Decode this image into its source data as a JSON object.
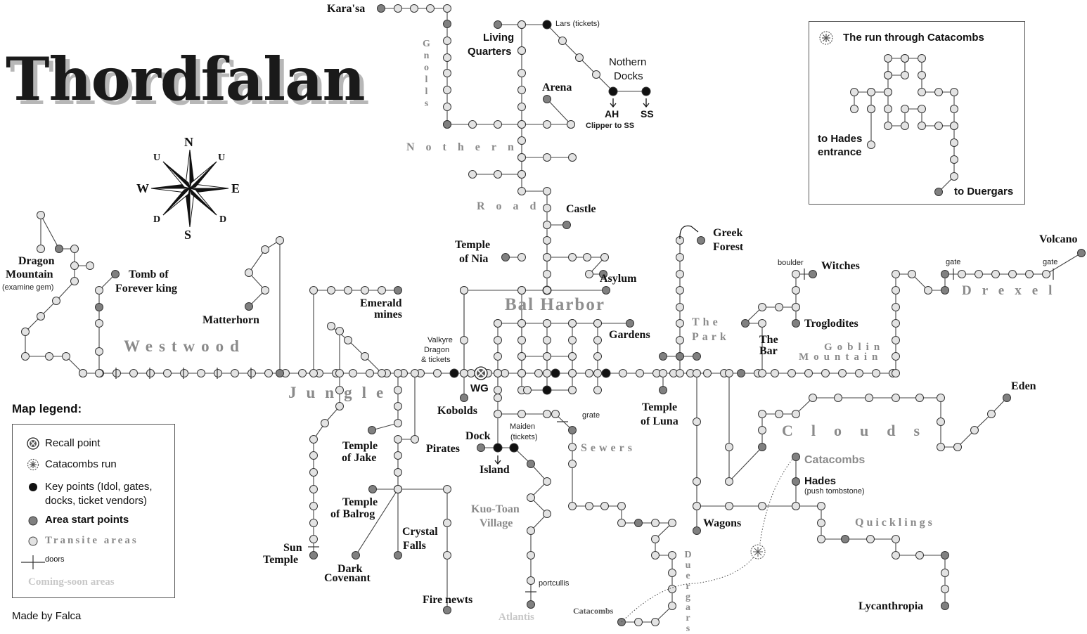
{
  "title": "Thordfalan",
  "credit": "Made by Falca",
  "legend": {
    "heading": "Map legend:",
    "items": [
      {
        "label": "Recall point",
        "icon": "recall-icon"
      },
      {
        "label": "Catacombs run",
        "icon": "catacombs-run-icon"
      },
      {
        "label": "Key points (Idol, gates, docks, ticket vendors)",
        "line1": "Key points (Idol, gates,",
        "line2": "docks, ticket vendors)",
        "icon": "key-point-icon"
      },
      {
        "label": "Area start points",
        "icon": "area-start-icon"
      },
      {
        "label": "Transite areas",
        "icon": "transit-icon"
      },
      {
        "label": "doors",
        "icon": "door-icon"
      },
      {
        "label": "Coming-soon areas"
      }
    ]
  },
  "compass": {
    "n": "N",
    "s": "S",
    "e": "E",
    "w": "W",
    "nw": "U",
    "ne": "U",
    "sw": "D",
    "se": "D"
  },
  "inset": {
    "title": "The run through Catacombs",
    "hades_line1": "to Hades",
    "hades_line2": "entrance",
    "duergars": "to Duergars"
  },
  "areas": {
    "karasa": "Kara'sa",
    "living_quarters_1": "Living",
    "living_quarters_2": "Quarters",
    "lars": "Lars (tickets)",
    "nothern_docks_1": "Nothern",
    "nothern_docks_2": "Docks",
    "ah": "AH",
    "ss": "SS",
    "clipper": "Clipper to SS",
    "arena": "Arena",
    "castle": "Castle",
    "temple_nia_1": "Temple",
    "temple_nia_2": "of Nia",
    "asylum": "Asylum",
    "dragon_mountain_1": "Dragon",
    "dragon_mountain_2": "Mountain",
    "examine_gem": "(examine gem)",
    "tomb_1": "Tomb of",
    "tomb_2": "Forever king",
    "matterhorn": "Matterhorn",
    "emerald_1": "Emerald",
    "emerald_2": "mines",
    "gardens": "Gardens",
    "greek_1": "Greek",
    "greek_2": "Forest",
    "witches": "Witches",
    "boulder": "boulder",
    "troglodites": "Troglodites",
    "the_bar_1": "The",
    "the_bar_2": "Bar",
    "volcano": "Volcano",
    "gate1": "gate",
    "gate2": "gate",
    "valkyre_1": "Valkyre",
    "valkyre_2": "Dragon",
    "valkyre_3": "& tickets",
    "wg": "WG",
    "kobolds": "Kobolds",
    "temple_luna_1": "Temple",
    "temple_luna_2": "of Luna",
    "eden": "Eden",
    "dock": "Dock",
    "pirates": "Pirates",
    "island": "Island",
    "maiden_1": "Maiden",
    "maiden_2": "(tickets)",
    "grate": "grate",
    "temple_jake_1": "Temple",
    "temple_jake_2": "of Jake",
    "temple_balrog_1": "Temple",
    "temple_balrog_2": "of Balrog",
    "crystal_1": "Crystal",
    "crystal_2": "Falls",
    "sun_temple_1": "Sun",
    "sun_temple_2": "Temple",
    "dark_cov_1": "Dark",
    "dark_cov_2": "Covenant",
    "fire_newts": "Fire newts",
    "portcullis": "portcullis",
    "catacombs_small": "Catacombs",
    "catacombs_gray": "Catacombs",
    "hades": "Hades",
    "push_tombstone": "(push tombstone)",
    "wagons": "Wagons",
    "lycanthropia": "Lycanthropia"
  },
  "regions": {
    "gnolls": "Gnolls",
    "nothern": "Nothern",
    "road": "Road",
    "bal_harbor": "Bal Harbor",
    "westwood": "Westwood",
    "jungle": "Jungle",
    "the_park_1": "The",
    "the_park_2": "Park",
    "goblin_1": "Goblin",
    "goblin_2": "Mountain",
    "drexel": "Drexel",
    "clouds": "Clouds",
    "sewers": "Sewers",
    "kuotoan_1": "Kuo-Toan",
    "kuotoan_2": "Village",
    "atlantis": "Atlantis",
    "quicklings": "Quicklings",
    "duergars": "Duergars"
  },
  "colors": {
    "line": "#444444",
    "transit": "#e3e3e3",
    "area_start": "#808080",
    "key_point": "#111111",
    "region_label": "#8a8a8a",
    "coming_soon": "#c8c8c8"
  }
}
